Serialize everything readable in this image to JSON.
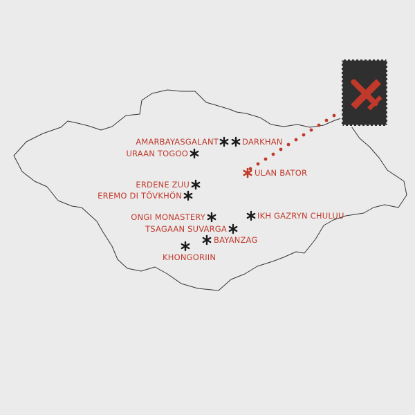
{
  "map": {
    "colors": {
      "background": "#ebebeb",
      "border": "#333333",
      "label": "#c0392b",
      "marker": "#1a1a1a",
      "capital_marker": "#c0392b",
      "stamp": "#2f2f2f"
    },
    "capital": {
      "name": "ULAN BATOR"
    },
    "places": [
      {
        "key": "amarbayasgalant",
        "name": "AMARBAYASGALANT"
      },
      {
        "key": "darkhan",
        "name": "DARKHAN"
      },
      {
        "key": "uraan-togoo",
        "name": "URAAN TOGOO"
      },
      {
        "key": "erdene-zuu",
        "name": "ERDENE ZUU"
      },
      {
        "key": "eremo-di-tovkhon",
        "name": "EREMO DI TÖVKHÖN"
      },
      {
        "key": "ongi-monastery",
        "name": "ONGI MONASTERY"
      },
      {
        "key": "ikh-gazryn-chuluu",
        "name": "IKH GAZRYN CHULUU"
      },
      {
        "key": "tsagaan-suvarga",
        "name": "TSAGAAN SUVARGA"
      },
      {
        "key": "bayanzag",
        "name": "BAYANZAG"
      },
      {
        "key": "khongoriin",
        "name": "KHONGORIIN"
      }
    ],
    "stamp_icon": "airplane-icon"
  }
}
